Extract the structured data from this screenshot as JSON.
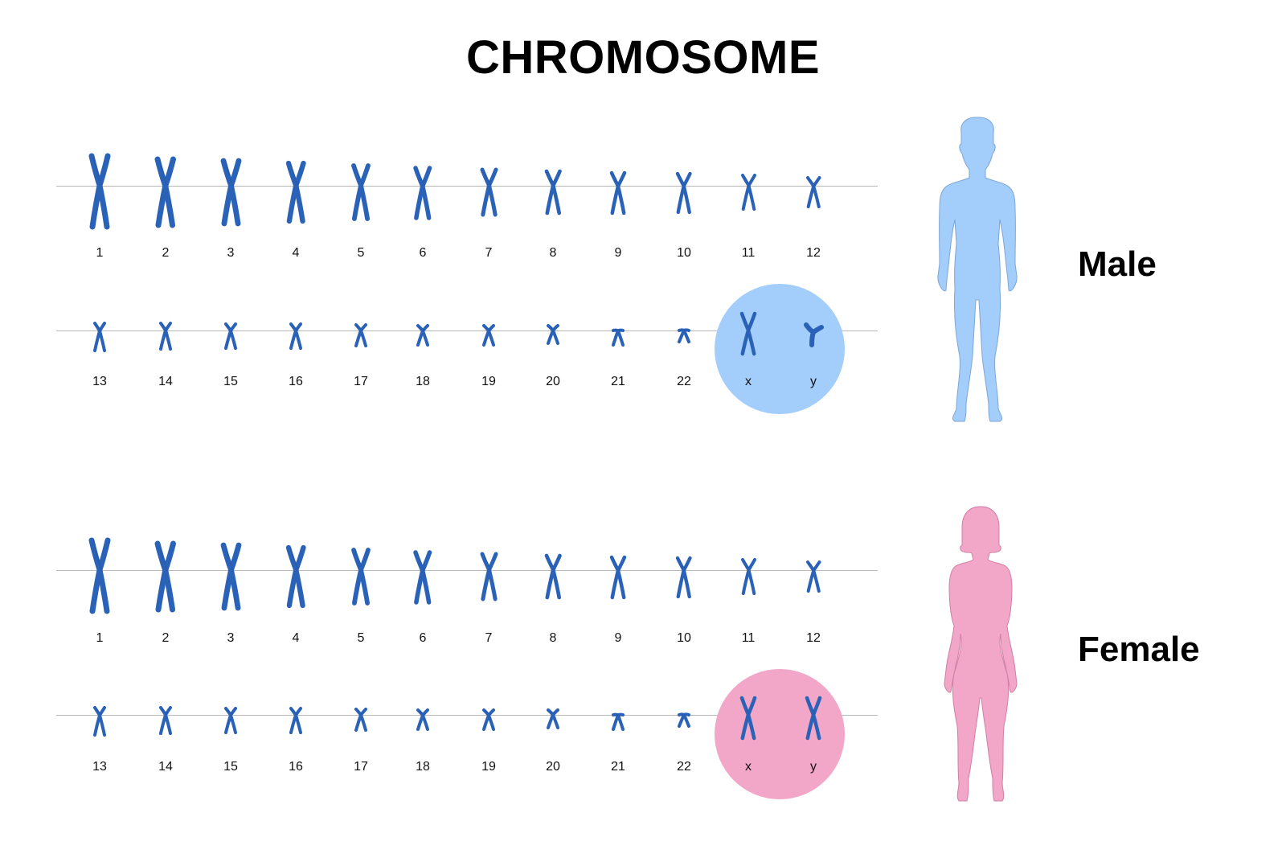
{
  "title": "CHROMOSOME",
  "colors": {
    "chromosome": "#2a62b8",
    "chromosome_edge": "#1c4a94",
    "male_accent": "#a3cdfa",
    "female_accent": "#f2a6c8",
    "baseline": "#b8b8b8"
  },
  "panels": [
    {
      "id": "male",
      "label": "Male",
      "icon": "male-silhouette-icon",
      "row1": {
        "labels": [
          "1",
          "2",
          "3",
          "4",
          "5",
          "6",
          "7",
          "8",
          "9",
          "10",
          "11",
          "12"
        ]
      },
      "row2": {
        "labels": [
          "13",
          "14",
          "15",
          "16",
          "17",
          "18",
          "19",
          "20",
          "21",
          "22",
          "x",
          "y"
        ]
      },
      "sex_chromosomes": [
        "X",
        "Y"
      ]
    },
    {
      "id": "female",
      "label": "Female",
      "icon": "female-silhouette-icon",
      "row1": {
        "labels": [
          "1",
          "2",
          "3",
          "4",
          "5",
          "6",
          "7",
          "8",
          "9",
          "10",
          "11",
          "12"
        ]
      },
      "row2": {
        "labels": [
          "13",
          "14",
          "15",
          "16",
          "17",
          "18",
          "19",
          "20",
          "21",
          "22",
          "x",
          "y"
        ]
      },
      "sex_chromosomes": [
        "X",
        "X"
      ]
    }
  ]
}
